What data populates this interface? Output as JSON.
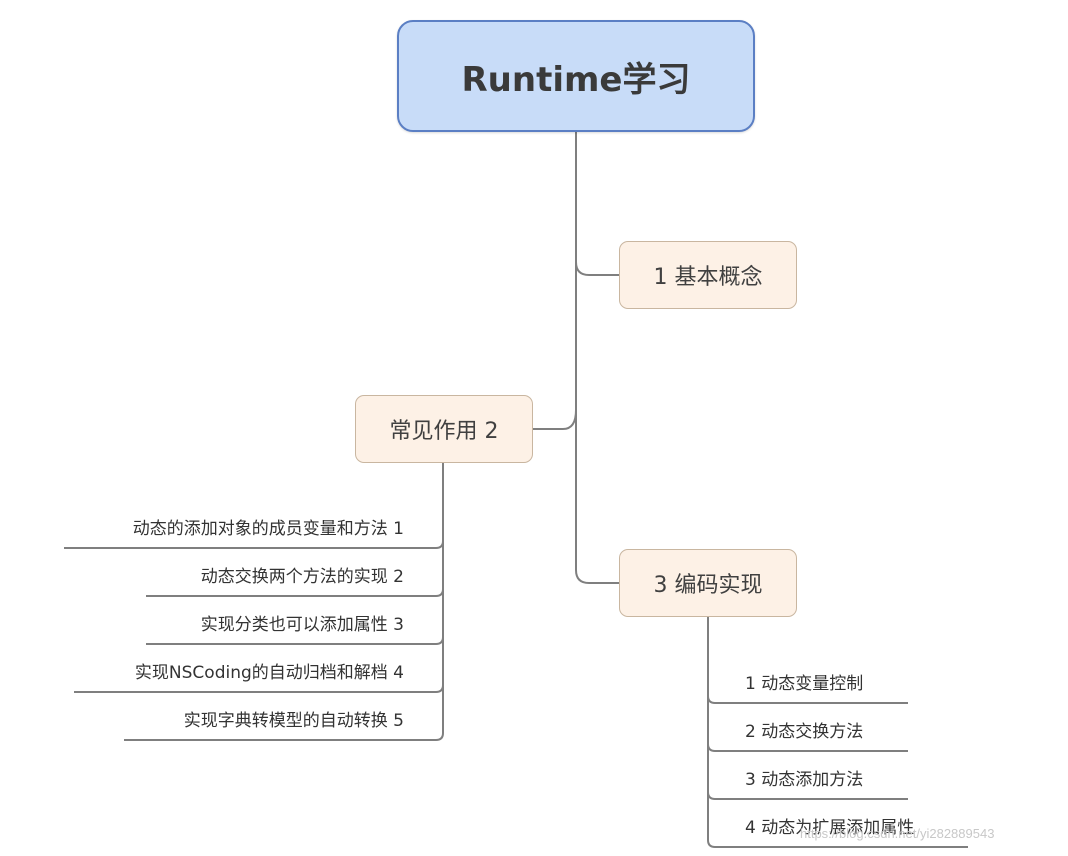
{
  "root": {
    "label": "Runtime学习"
  },
  "topics": [
    {
      "label": "1 基本概念"
    },
    {
      "label": "常见作用 2"
    },
    {
      "label": "3 编码实现"
    }
  ],
  "left_leaves": [
    "动态的添加对象的成员变量和方法 1",
    "动态交换两个方法的实现 2",
    "实现分类也可以添加属性 3",
    "实现NSCoding的自动归档和解档 4",
    "实现字典转模型的自动转换 5"
  ],
  "right_leaves": [
    "1 动态变量控制",
    "2 动态交换方法",
    "3 动态添加方法",
    "4 动态为扩展添加属性"
  ],
  "watermark": "https://blog.csdn.net/yi282889543",
  "colors": {
    "root_fill": "#c8dcf8",
    "root_border": "#5b7fc4",
    "topic_fill": "#fdf1e6",
    "topic_border": "#c9b6a0",
    "line": "#7f7f7f"
  }
}
